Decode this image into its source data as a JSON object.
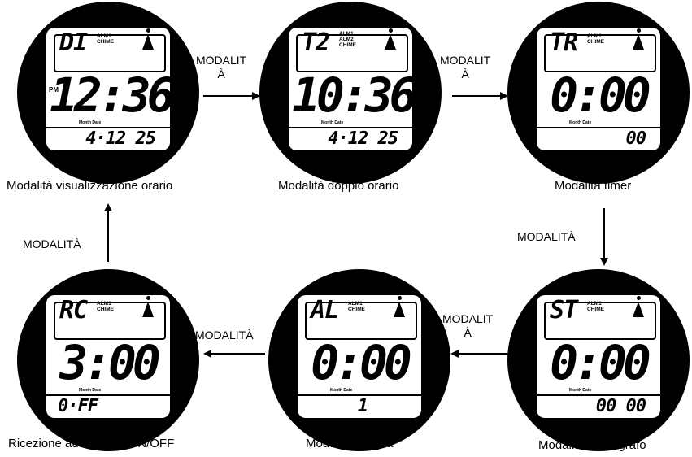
{
  "watches": [
    {
      "code": "DI",
      "ind": [
        "ALM1",
        "CHIME"
      ],
      "pm": "PM",
      "time": "12:36",
      "month_date": "Month Date",
      "bottom": "4·12 25",
      "caption": "Modalità visualizzazione orario"
    },
    {
      "code": "T2",
      "ind": [
        "ALM1",
        "ALM2",
        "CHIME"
      ],
      "pm": "",
      "time": "10:36",
      "month_date": "Month Date",
      "bottom": "4·12 25",
      "caption": "Modalità doppio orario"
    },
    {
      "code": "TR",
      "ind": [
        "ALM1",
        "CHIME"
      ],
      "pm": "",
      "time": "0:00",
      "month_date": "Month Date",
      "bottom": "00",
      "caption": "Modalità timer"
    },
    {
      "code": "RC",
      "ind": [
        "ALM1",
        "CHIME"
      ],
      "pm": "",
      "time": "3:00",
      "month_date": "Month Date",
      "bottom": "0·FF",
      "caption": "Ricezione automatica ON/OFF"
    },
    {
      "code": "AL",
      "ind": [
        "ALM1",
        "CHIME"
      ],
      "pm": "",
      "time": "0:00",
      "month_date": "Month Date",
      "bottom": "1",
      "caption": "Modalità sveglia"
    },
    {
      "code": "ST",
      "ind": [
        "ALM1",
        "CHIME"
      ],
      "pm": "",
      "time": "0:00",
      "month_date": "Month Date",
      "bottom": "00 00",
      "caption": "Modalità cronografo"
    }
  ],
  "arrow_labels": {
    "a1": [
      "MODALIT",
      "À"
    ],
    "a2": [
      "MODALIT",
      "À"
    ],
    "a3": [
      "MODALITÀ"
    ],
    "a4": [
      "MODALIT",
      "À"
    ],
    "a5": [
      "MODALITÀ"
    ],
    "a6": [
      "MODALITÀ"
    ]
  }
}
